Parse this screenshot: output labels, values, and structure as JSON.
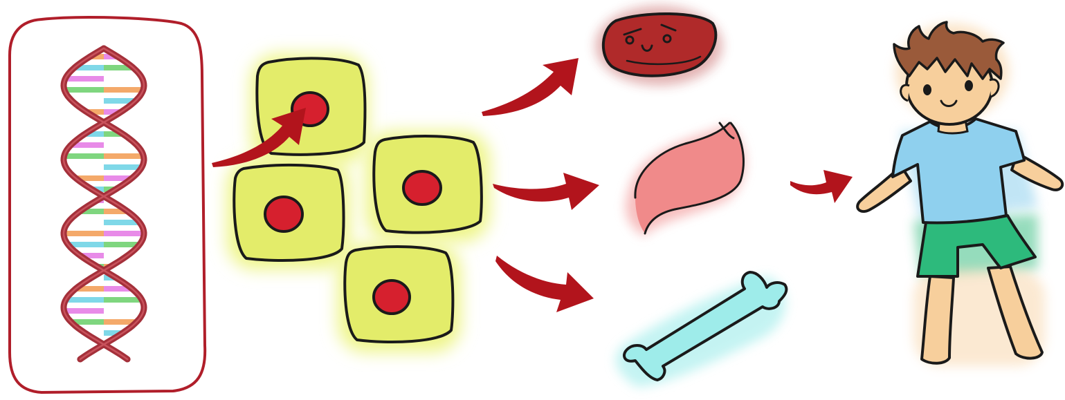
{
  "diagram": {
    "stages": [
      {
        "name": "dna"
      },
      {
        "name": "cells"
      },
      {
        "name": "tissues"
      },
      {
        "name": "organism"
      }
    ],
    "dna_rung_colors": [
      "#f4a96a",
      "#7fd8e8",
      "#e88be8",
      "#7fd67f",
      "#ffffff"
    ],
    "colors": {
      "outline": "#1a1a1a",
      "frame": "#b01e2a",
      "helix": "#a4303a",
      "arrow": "#b2141c",
      "cell_fill": "#e3ec6a",
      "cell_glow": "#eef58a",
      "nucleus": "#d6202e",
      "blood_cell": "#b02a2a",
      "muscle": "#f08a8a",
      "bone": "#9eecea",
      "skin": "#f7cf9c",
      "hair": "#9a5a3a",
      "shirt": "#8fd0ee",
      "shorts": "#2dba7c"
    },
    "icons": [
      "dna-icon",
      "cell-icon",
      "red-blood-cell-icon",
      "muscle-icon",
      "bone-icon",
      "child-icon",
      "arrow-icon"
    ]
  }
}
